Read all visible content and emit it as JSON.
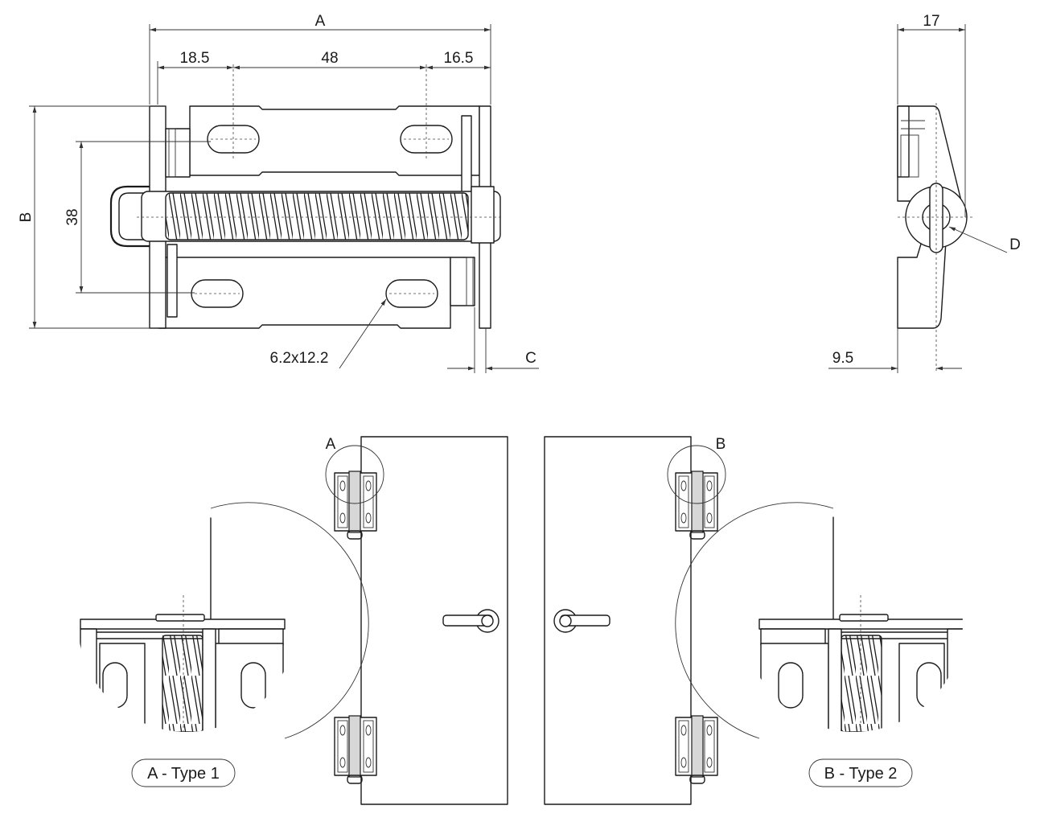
{
  "front_view": {
    "dim_A": "A",
    "dim_B": "B",
    "dim_C": "C",
    "dim_18_5": "18.5",
    "dim_48": "48",
    "dim_16_5": "16.5",
    "dim_38": "38",
    "slot_label": "6.2x12.2"
  },
  "side_view": {
    "dim_17": "17",
    "dim_9_5": "9.5",
    "callout_D": "D"
  },
  "door_views": {
    "callout_A": "A",
    "callout_B": "B",
    "detail_A_caption": "A - Type 1",
    "detail_B_caption": "B - Type 2"
  }
}
